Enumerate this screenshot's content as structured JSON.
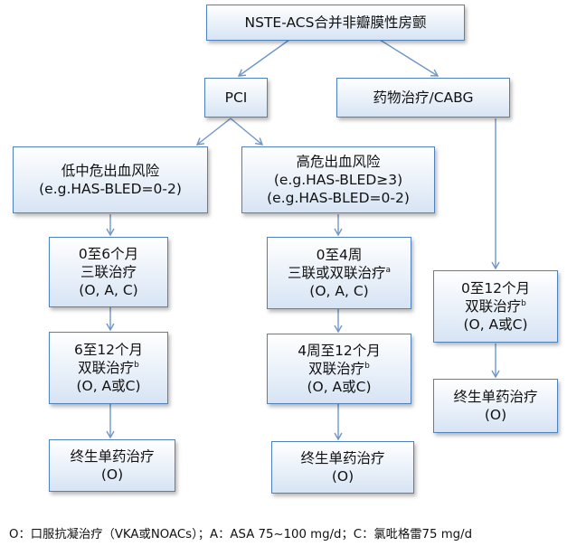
{
  "diagram": {
    "top": {
      "line1": "NSTE-ACS合并非瓣膜性房颤"
    },
    "pci": {
      "line1": "PCI"
    },
    "drug_cabg": {
      "line1": "药物治疗/CABG"
    },
    "low_risk": {
      "line1": "低中危出血风险",
      "line2": "(e.g.HAS-BLED=0-2)"
    },
    "high_risk": {
      "line1": "高危出血风险",
      "line2": "(e.g.HAS-BLED≥3)",
      "line3": "(e.g.HAS-BLED=0-2)"
    },
    "left_step1": {
      "line1": "0至6个月",
      "line2": "三联治疗",
      "line3": "(O, A, C)"
    },
    "left_step2": {
      "line1": "6至12个月",
      "line2": "双联治疗",
      "sup": "b",
      "line3": "(O, A或C)"
    },
    "left_step3": {
      "line1": "终生单药治疗",
      "line2": "(O)"
    },
    "mid_step1": {
      "line1": "0至4周",
      "line2": "三联或双联治疗",
      "sup": "a",
      "line3": "(O, A, C)"
    },
    "mid_step2": {
      "line1": "4周至12个月",
      "line2": "双联治疗",
      "sup": "b",
      "line3": "(O, A或C)"
    },
    "mid_step3": {
      "line1": "终生单药治疗",
      "line2": "(O)"
    },
    "right_step1": {
      "line1": "0至12个月",
      "line2": "双联治疗",
      "sup": "b",
      "line3": "(O, A或C)"
    },
    "right_step2": {
      "line1": "终生单药治疗",
      "line2": "(O)"
    }
  },
  "footer": {
    "text": "O：口服抗凝治疗（VKA或NOACs）；A：ASA 75~100 mg/d；C：氯吡格雷75 mg/d"
  },
  "colors": {
    "box_border": "#4f81bd",
    "box_fill_top": "#ffffff",
    "box_fill_bottom": "#d7e4f4",
    "arrow": "#6f96c8"
  }
}
